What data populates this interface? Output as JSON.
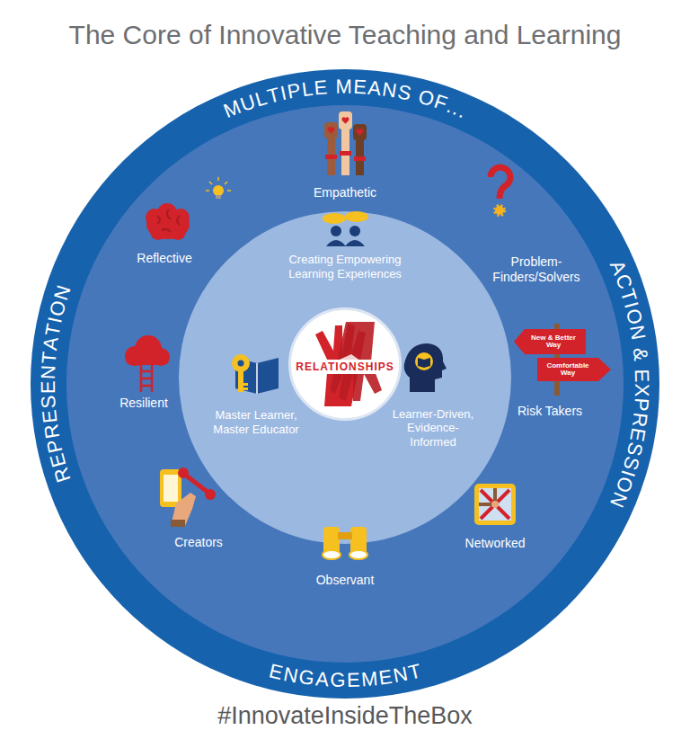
{
  "diagram": {
    "title": "The Core of Innovative Teaching and Learning",
    "caption": "#InnovateInsideTheBox",
    "nodes": [
      {
        "text": [
          "MULTIPLE MEANS OF...",
          "REPRESENTATION",
          "ACTION & EXPRESSION",
          "ENGAGEMENT"
        ]
      },
      {
        "text": [
          "Empathetic",
          "Reflective",
          "Problem-Finders/Solvers",
          "Resilient",
          "Risk Takers",
          "Creators",
          "Networked",
          "Observant"
        ],
        "in": 0
      },
      {
        "text": [
          "Creating Empowering Learning Experiences",
          "Master Learner, Master Educator",
          "Learner-Driven, Evidence-Informed"
        ],
        "in": 1
      },
      {
        "text": [
          "RELATIONSHIPS"
        ],
        "in": 2
      }
    ],
    "labels": [
      "New & Better Way",
      "Comfortable Way"
    ]
  }
}
